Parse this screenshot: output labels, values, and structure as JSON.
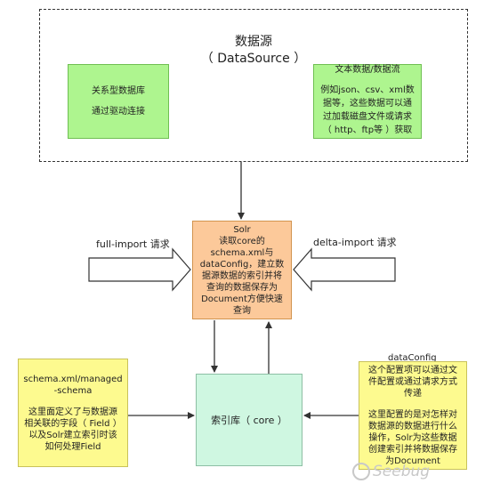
{
  "data_source": {
    "title": "数据源",
    "subtitle": "（ DataSource ）",
    "relational": {
      "line1": "关系型数据库",
      "line2": "通过驱动连接"
    },
    "text_data": {
      "title": "文本数据/数据流",
      "lines": [
        "例如json、csv、xml数",
        "据等，这些数据可以通",
        "过加载磁盘文件或请求",
        "（ http、ftp等 ）获取"
      ]
    }
  },
  "solr": {
    "lines": [
      "Solr",
      "读取core的",
      "schema.xml与",
      "dataConfig，建立数",
      "据源数据的索引并将",
      "查询的数据保存为",
      "Document方便快速",
      "查询"
    ]
  },
  "full_import_label": "full-import 请求",
  "delta_import_label": "delta-import 请求",
  "core": {
    "label": "索引库（ core ）"
  },
  "schema": {
    "lines_top": [
      "schema.xml/managed",
      "-schema"
    ],
    "lines_bottom": [
      "这里面定义了与数据源",
      "相关联的字段（ Field ）",
      "以及Solr建立索引时该",
      "如何处理Field"
    ]
  },
  "dataconfig": {
    "title": "dataConfig",
    "lines_top": [
      "这个配置项可以通过文",
      "件配置或通过请求方式",
      "传递"
    ],
    "lines_bottom": [
      "这里配置的是对怎样对",
      "数据源的数据进行什么",
      "操作，Solr为这些数据",
      "创建索引并将数据保存",
      "为Document"
    ]
  },
  "watermark": "Seebug"
}
